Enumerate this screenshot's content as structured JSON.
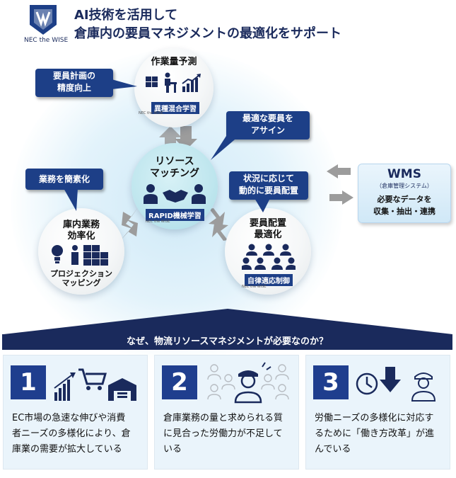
{
  "header": {
    "logo_text": "NEC the WISE",
    "title_line1": "AI技術を活用して",
    "title_line2": "倉庫内の要員マネジメントの最適化をサポート"
  },
  "diagram": {
    "top_circle": {
      "label": "作業量予測",
      "tag": "異種混合学習",
      "nec": "NEC the WISE"
    },
    "center_circle": {
      "label_line1": "リソース",
      "label_line2": "マッチング",
      "tag": "RAPID機械学習",
      "nec": "NEC the WISE"
    },
    "left_circle": {
      "label_line1": "庫内業務",
      "label_line2": "効率化",
      "sub_line1": "プロジェクション",
      "sub_line2": "マッピング"
    },
    "right_circle": {
      "label_line1": "要員配置",
      "label_line2": "最適化",
      "tag": "自律適応制御",
      "nec": "NEC the WISE"
    },
    "callouts": {
      "planning_line1": "要員計画の",
      "planning_line2": "精度向上",
      "assign_line1": "最適な要員を",
      "assign_line2": "アサイン",
      "simplify": "業務を簡素化",
      "dynamic_line1": "状況に応じて",
      "dynamic_line2": "動的に要員配置"
    },
    "wms": {
      "title": "WMS",
      "subtitle": "（倉庫管理システム）",
      "line1": "必要なデータを",
      "line2": "収集・抽出・連携"
    }
  },
  "banner": {
    "text": "なぜ、物流リソースマネジメントが必要なのか？"
  },
  "reasons": [
    {
      "number": "1",
      "line1": "EC市場の急速な伸びや消費",
      "line2": "者ニーズの多様化により、倉",
      "line3": "庫業の需要が拡大している"
    },
    {
      "number": "2",
      "line1": "倉庫業務の量と求められる質",
      "line2": "に見合った労働力が不足して",
      "line3": "いる"
    },
    {
      "number": "3",
      "line1": "労働ニーズの多様化に対応す",
      "line2": "るために「働き方改革」が進",
      "line3": "んでいる"
    }
  ],
  "colors": {
    "navy": "#1a2a5c",
    "callout_blue": "#1d3f87",
    "number_blue": "#1f3e8e",
    "card_bg": "#eaf4fb"
  }
}
